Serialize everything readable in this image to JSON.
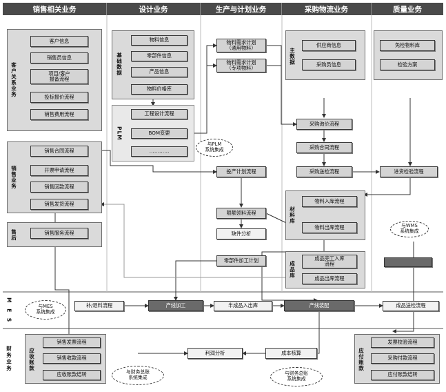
{
  "columns": [
    "销售相关业务",
    "设计业务",
    "生产与计划业务",
    "采购物流业务",
    "质量业务"
  ],
  "row_labels": {
    "mes": "M E S",
    "finance": "财务业务"
  },
  "sales": {
    "customer_group_label": "客户关系业务",
    "customer_items": [
      "客户信息",
      "销售员信息",
      "项目/客户\n报备流程",
      "投标报价流程",
      "销售费用流程"
    ],
    "sales_group_label": "销售业务",
    "sales_items": [
      "销售合同流程",
      "开票申请流程",
      "销售回款流程",
      "销售发货流程"
    ],
    "aftersale_label": "售后",
    "aftersale_item": "销售服务流程"
  },
  "design": {
    "base_data_label": "基础数据",
    "base_items": [
      "物料信息",
      "零部件信息",
      "产品信息",
      "物料价格库"
    ],
    "plm_label": "PLM",
    "plm_items": [
      "工程设计流程",
      "BOM变更",
      "…………"
    ],
    "plm_bubble": "与PLM\n系统集成"
  },
  "production": {
    "items": [
      "物料需求计划\n（通用物料）",
      "物料需求计划\n（专项物料）",
      "投产计划流程",
      "限额领料流程",
      "缺件分析",
      "零部件加工计划"
    ]
  },
  "purchase": {
    "master_label": "主数据",
    "master_items": [
      "供应商信息",
      "采购员信息"
    ],
    "flow_items": [
      "采购询价流程",
      "采购合同流程",
      "采购送检流程"
    ],
    "material_label": "材料库",
    "material_items": [
      "物料入库流程",
      "物料出库流程"
    ],
    "wms_bubble": "与WMS\n系统集成",
    "finished_label": "成品库",
    "finished_items": [
      "成品完工入库\n流程",
      "成品出库流程"
    ]
  },
  "quality": {
    "items": [
      "免检物料库",
      "检验方案",
      "进货检验流程"
    ]
  },
  "mes": {
    "bubble": "与MES\n系统集成",
    "items": [
      "补/退料流程",
      "产线加工",
      "半成品入出库",
      "产线装配",
      "成品送检流程"
    ]
  },
  "finance": {
    "ar_label": "应收账款",
    "ar_items": [
      "销售发票流程",
      "销售收款流程",
      "应收账款结转"
    ],
    "ar_bubble": "与财务总账\n系统集成",
    "center_items": [
      "利润分析",
      "成本核算"
    ],
    "center_bubble": "与财务总账\n系统集成",
    "ap_label": "应付账款",
    "ap_items": [
      "发票校验流程",
      "采购付款流程",
      "应付账款结转"
    ]
  }
}
